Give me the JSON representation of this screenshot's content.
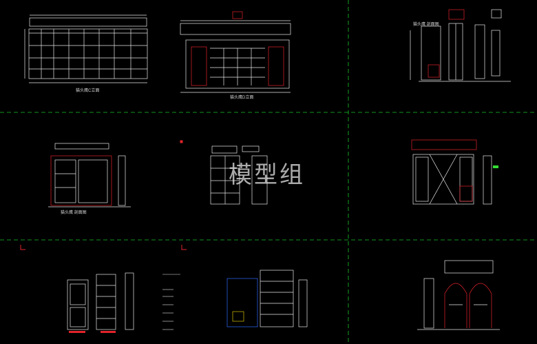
{
  "watermark": "模型组",
  "drawing_labels": {
    "a": "猫头鹰C立面",
    "b": "猫头鹰D立面",
    "c": "猫头鹰 剖面图",
    "d": "猫头鹰 剖面图"
  },
  "colors": {
    "background": "#000000",
    "lines": "#e8e8e8",
    "grid": "#19c62a",
    "accent_red": "#e3242b",
    "accent_blue": "#2f6bff",
    "accent_yellow": "#d8c400",
    "accent_green": "#33dd33"
  }
}
